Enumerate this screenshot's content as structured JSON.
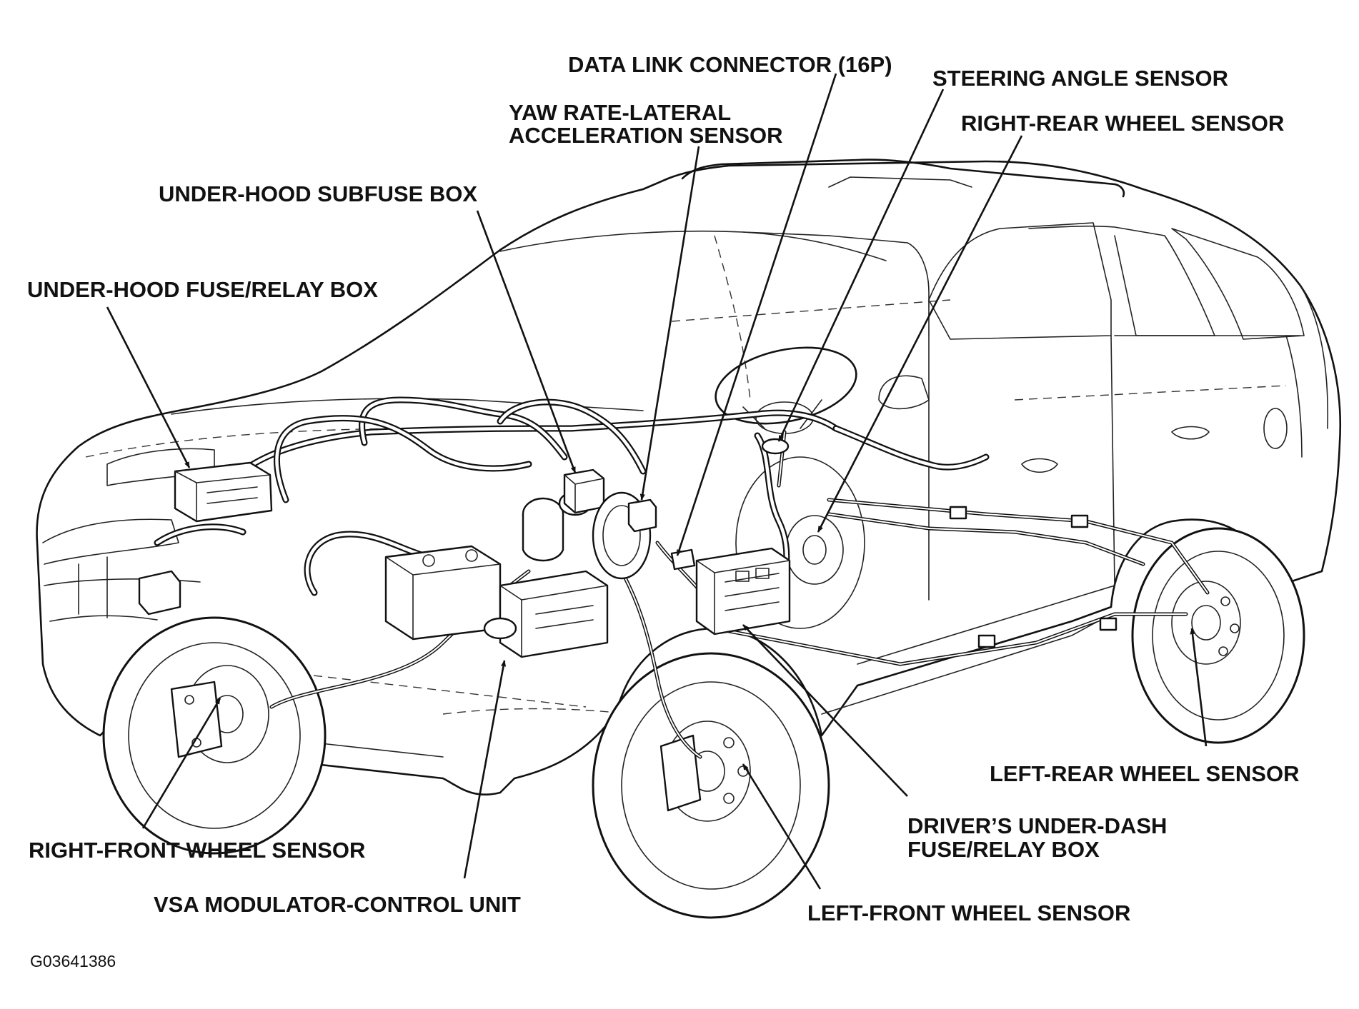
{
  "labels": {
    "data_link_connector": "DATA LINK CONNECTOR (16P)",
    "steering_angle_sensor": "STEERING ANGLE SENSOR",
    "yaw_rate_line1": "YAW RATE-LATERAL",
    "yaw_rate_line2": "ACCELERATION SENSOR",
    "right_rear_wheel_sensor": "RIGHT-REAR WHEEL SENSOR",
    "under_hood_subfuse_box": "UNDER-HOOD SUBFUSE BOX",
    "under_hood_fuse_relay_box": "UNDER-HOOD FUSE/RELAY BOX",
    "left_rear_wheel_sensor": "LEFT-REAR WHEEL SENSOR",
    "drivers_under_dash_line1": "DRIVER’S UNDER-DASH",
    "drivers_under_dash_line2": "FUSE/RELAY BOX",
    "right_front_wheel_sensor": "RIGHT-FRONT WHEEL SENSOR",
    "vsa_modulator_control_unit": "VSA MODULATOR-CONTROL UNIT",
    "left_front_wheel_sensor": "LEFT-FRONT WHEEL SENSOR"
  },
  "figure_code": "G03641386",
  "icons": {
    "vehicle": "suv-cutaway-illustration",
    "arrow": "leader-arrow"
  },
  "colors": {
    "ink": "#111111",
    "background": "#ffffff"
  }
}
